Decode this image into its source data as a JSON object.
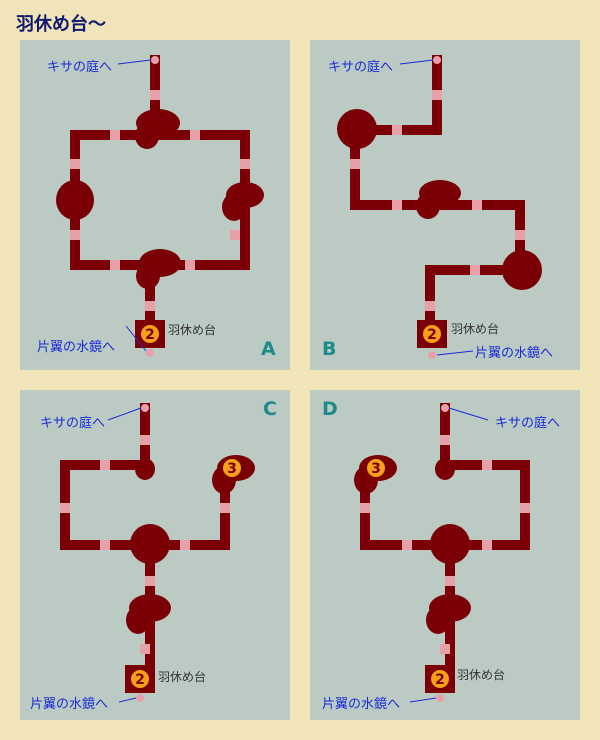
{
  "page_title": "羽休め台〜",
  "colors": {
    "background": "#f0e4b8",
    "panel": "#bbcbc3",
    "path": "#7a0005",
    "door": "#e8a0a8",
    "badge": "#f5a016",
    "label_blue": "#1a2ad8",
    "letter": "#1f8a8a"
  },
  "labels": {
    "kisa_garden": "キサの庭へ",
    "katayoku_mirror": "片翼の水鏡へ",
    "rest_platform": "羽休め台"
  },
  "badges": {
    "rest": "2",
    "treasure": "3"
  },
  "maps": [
    {
      "letter": "A"
    },
    {
      "letter": "B"
    },
    {
      "letter": "C"
    },
    {
      "letter": "D"
    }
  ]
}
